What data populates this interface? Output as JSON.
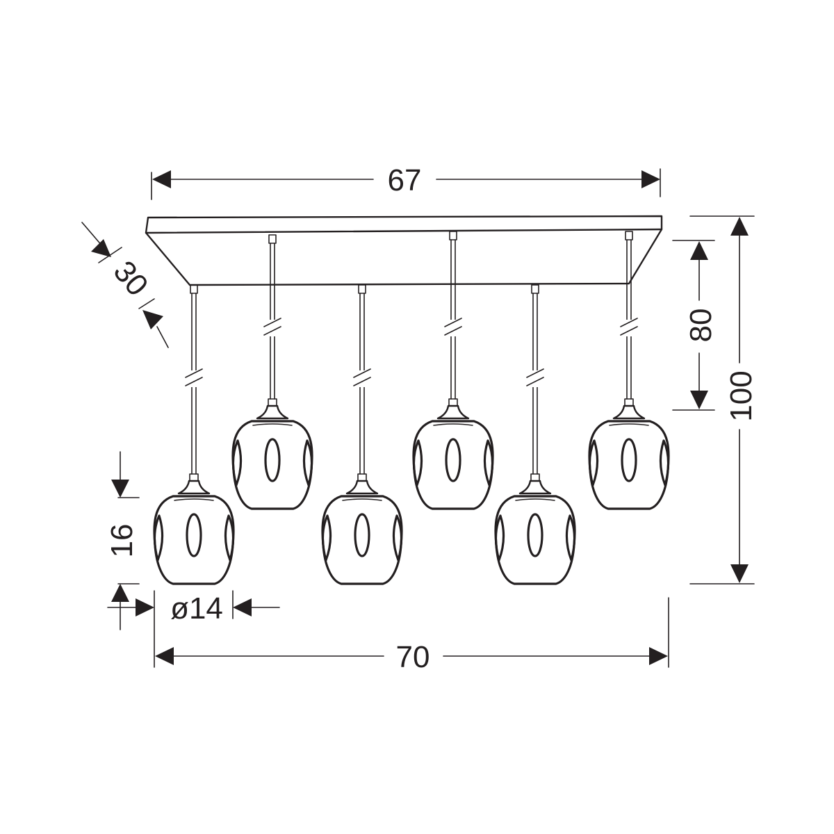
{
  "diagram": {
    "dimensions": {
      "canopy_length": "67",
      "canopy_depth": "30",
      "total_width": "70",
      "cable_length": "80",
      "total_height": "100",
      "shade_height": "16",
      "shade_diameter": "ø14"
    },
    "lamp_count": 6,
    "line_color": "#231f20",
    "background": "#ffffff"
  }
}
